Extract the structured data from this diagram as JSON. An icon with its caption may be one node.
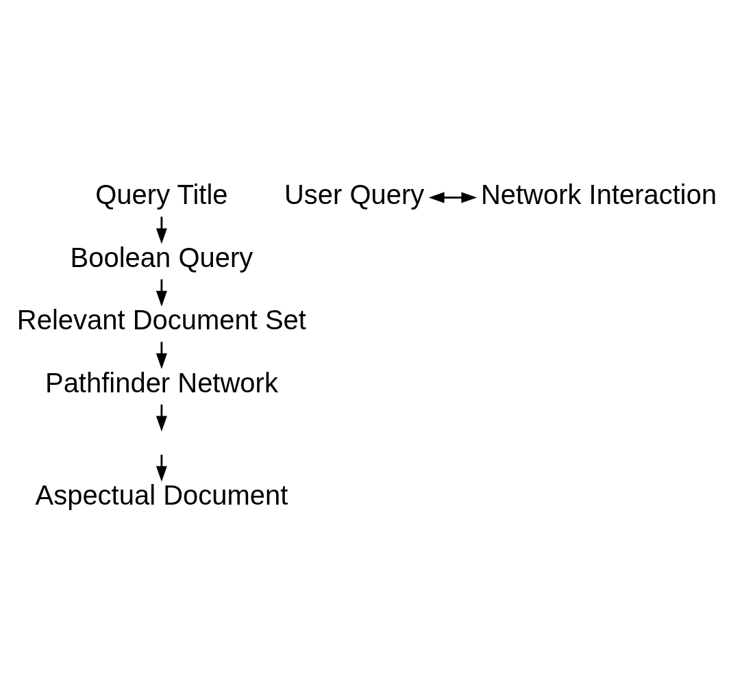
{
  "diagram": {
    "nodes": [
      {
        "text": [
          "Query Title"
        ]
      },
      {
        "text": [
          "Boolean Query"
        ]
      },
      {
        "text": [
          "Relevant Document Set"
        ]
      },
      {
        "text": [
          "Pathfinder Network"
        ]
      },
      {
        "text": [
          "User Query"
        ]
      },
      {
        "text": [
          "Network Interaction"
        ]
      },
      {
        "text": [
          "Aspectual Document"
        ]
      }
    ],
    "edges": [
      {
        "from": 0,
        "to": 1,
        "arrow": "to"
      },
      {
        "from": 1,
        "to": 2,
        "arrow": "to"
      },
      {
        "from": 2,
        "to": 3,
        "arrow": "to"
      },
      {
        "from": 3,
        "to": null,
        "arrow": "to"
      },
      {
        "from": 4,
        "to": 5,
        "arrow": "both"
      },
      {
        "from": null,
        "to": 6,
        "arrow": "to"
      }
    ]
  }
}
